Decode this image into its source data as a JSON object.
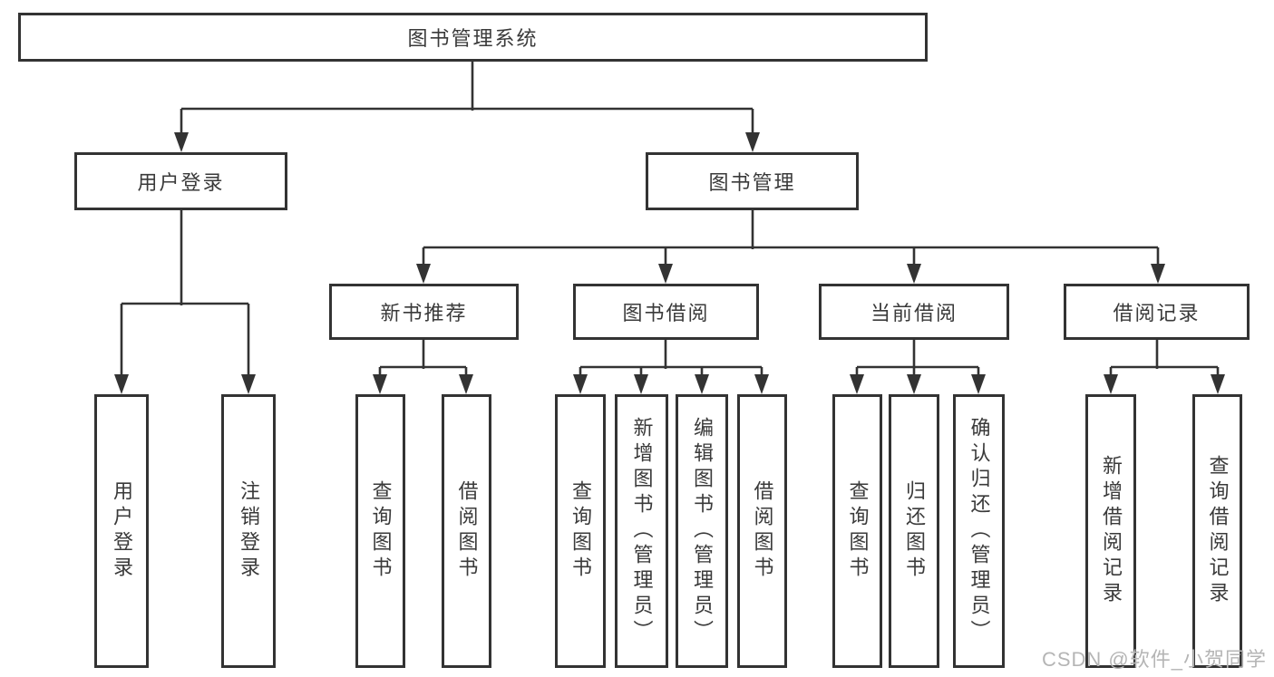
{
  "diagram": {
    "title": "图书管理系统",
    "branches": [
      {
        "label": "用户登录",
        "children": [
          {
            "label": "用户登录"
          },
          {
            "label": "注销登录"
          }
        ]
      },
      {
        "label": "图书管理",
        "children": [
          {
            "label": "新书推荐",
            "children": [
              {
                "label": "查询图书"
              },
              {
                "label": "借阅图书"
              }
            ]
          },
          {
            "label": "图书借阅",
            "children": [
              {
                "label": "查询图书"
              },
              {
                "label": "新增图书（管理员）"
              },
              {
                "label": "编辑图书（管理员）"
              },
              {
                "label": "借阅图书"
              }
            ]
          },
          {
            "label": "当前借阅",
            "children": [
              {
                "label": "查询图书"
              },
              {
                "label": "归还图书"
              },
              {
                "label": "确认归还（管理员）"
              }
            ]
          },
          {
            "label": "借阅记录",
            "children": [
              {
                "label": "新增借阅记录"
              },
              {
                "label": "查询借阅记录"
              }
            ]
          }
        ]
      }
    ]
  },
  "watermark": {
    "text": "CSDN @软件_小贺同学"
  },
  "colors": {
    "line": "#333333",
    "box_border": "#333333",
    "text": "#3a3a3a",
    "background": "#ffffff",
    "watermark": "#b5b5b5"
  }
}
